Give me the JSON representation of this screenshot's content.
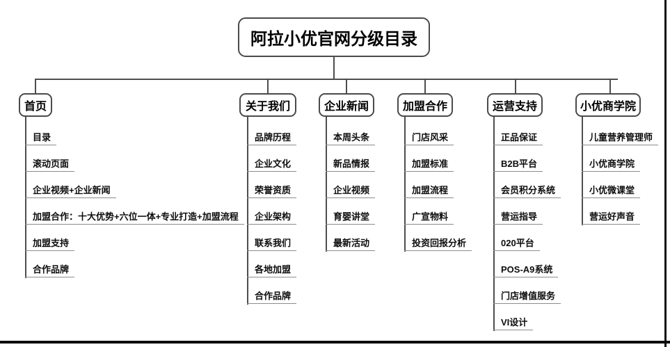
{
  "title": "阿拉小优官网分级目录",
  "branches": [
    {
      "label": "首页",
      "items": [
        "目录",
        "滚动页面",
        "企业视频+企业新闻",
        "加盟合作：十大优势+六位一体+专业打造+加盟流程",
        "加盟支持",
        "合作品牌"
      ]
    },
    {
      "label": "关于我们",
      "items": [
        "品牌历程",
        "企业文化",
        "荣誉资质",
        "企业架构",
        "联系我们",
        "各地加盟",
        "合作品牌"
      ]
    },
    {
      "label": "企业新闻",
      "items": [
        "本周头条",
        "新品情报",
        "企业视频",
        "育婴讲堂",
        "最新活动"
      ]
    },
    {
      "label": "加盟合作",
      "items": [
        "门店风采",
        "加盟标准",
        "加盟流程",
        "广宣物料",
        "投资回报分析"
      ]
    },
    {
      "label": "运营支持",
      "items": [
        "正品保证",
        "B2B平台",
        "会员积分系统",
        "营运指导",
        "020平台",
        "POS-A9系统",
        "门店增值服务",
        "VI设计"
      ]
    },
    {
      "label": "小优商学院",
      "items": [
        "儿童营养管理师",
        "小优商学院",
        "小优微课堂",
        "营运好声音"
      ]
    }
  ],
  "colors": {
    "connector_line": "#4d4d4d",
    "node_border": "#4a4a4a",
    "item_underline": "#8c8c8c",
    "text": "#000000",
    "frame_border": "#0d0d0d",
    "background": "#ffffff"
  }
}
